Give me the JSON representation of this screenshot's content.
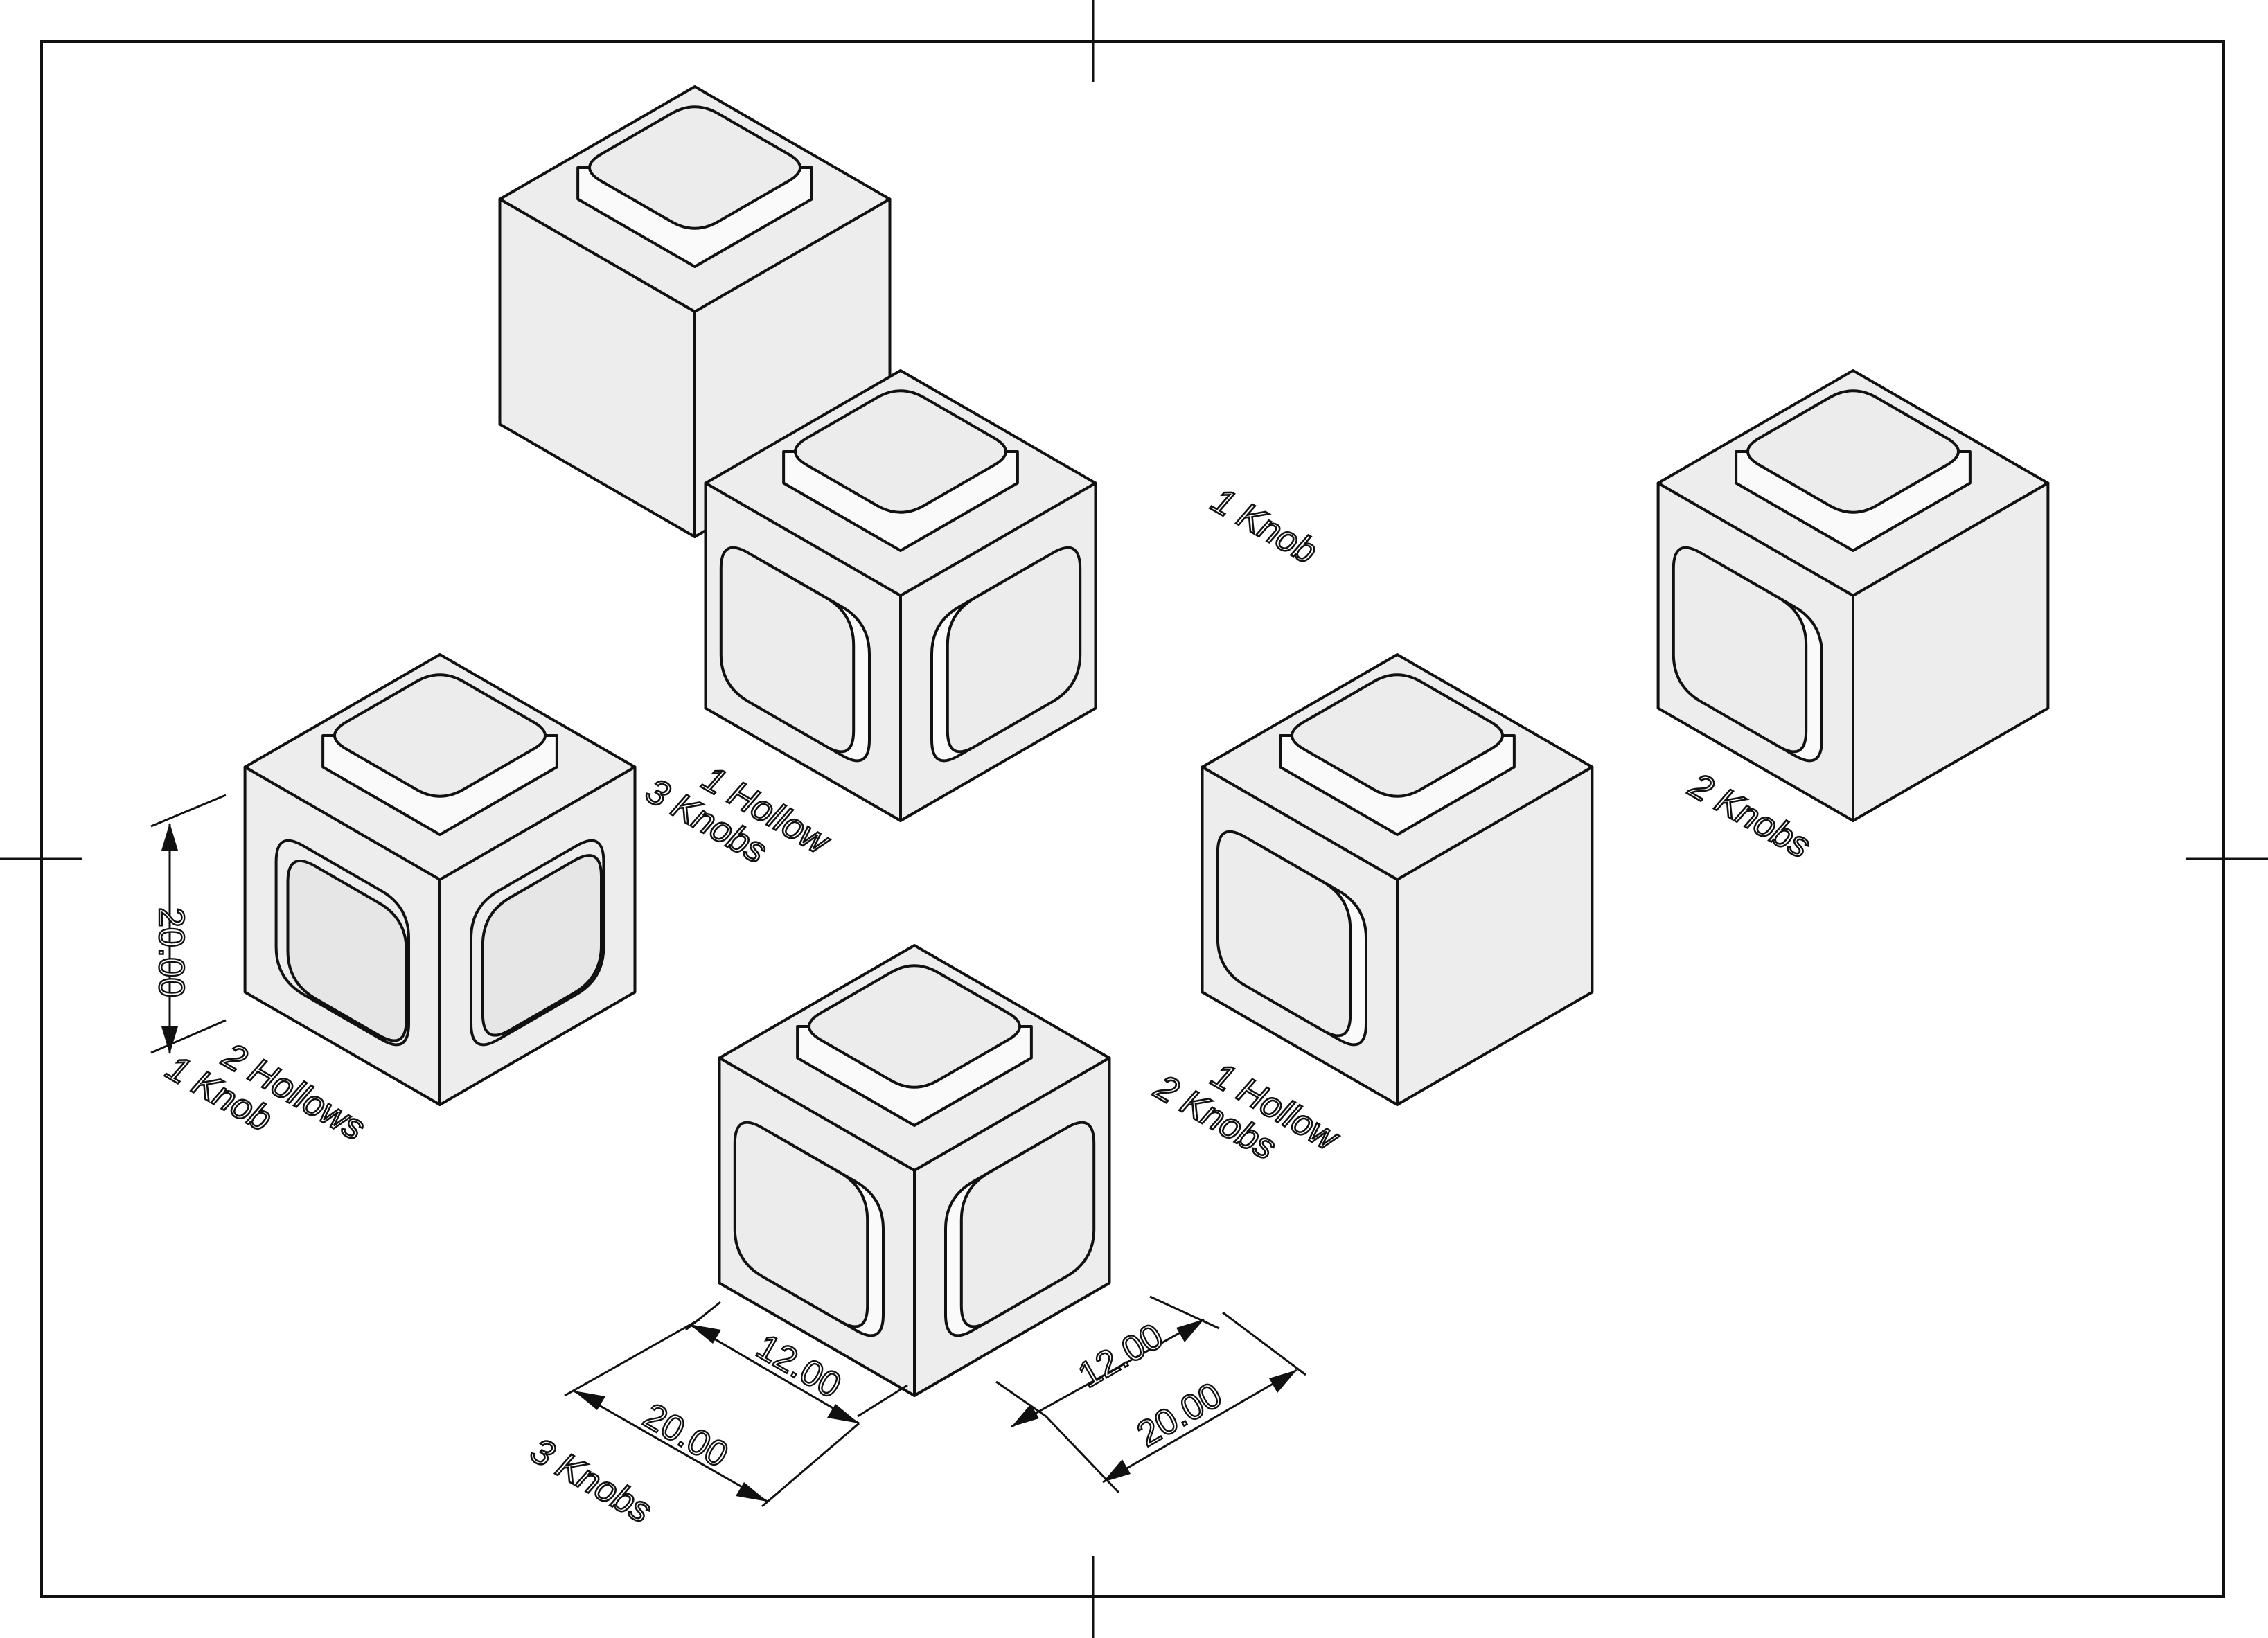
{
  "drawing": {
    "labels": {
      "top_center": "1 Knob",
      "upper_left": [
        "1 Hollow",
        "3 Knobs"
      ],
      "left": [
        "2 Hollows",
        "1 Knob"
      ],
      "right": "2 Knobs",
      "center": [
        "1 Hollow",
        "2 Knobs"
      ],
      "bottom": "3 Knobs"
    },
    "dimensions": {
      "height": "20.00",
      "left_inner": "12.00",
      "left_outer": "20.00",
      "right_inner": "12.00",
      "right_outer": "20.00"
    }
  }
}
